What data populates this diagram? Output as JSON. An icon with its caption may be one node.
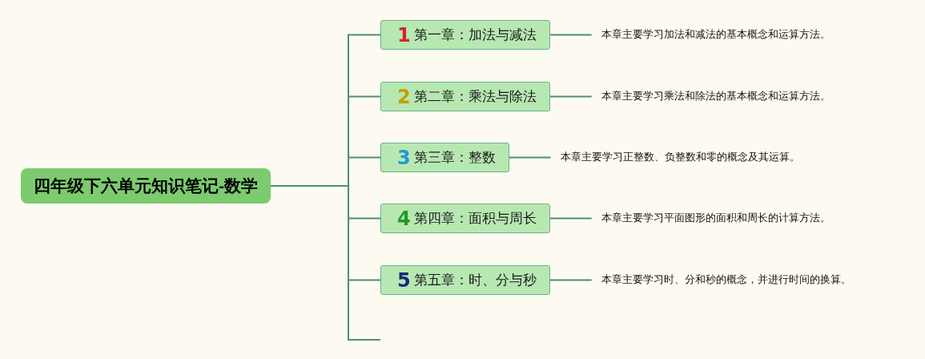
{
  "diagram": {
    "nodes": [
      {
        "text": [
          "四年级下六单元知识笔记-数学"
        ]
      },
      {
        "text": [
          "1",
          "第一章：加法与减法"
        ]
      },
      {
        "text": [
          "2",
          "第二章：乘法与除法"
        ]
      },
      {
        "text": [
          "3",
          "第三章：整数"
        ]
      },
      {
        "text": [
          "4",
          "第四章：面积与周长"
        ]
      },
      {
        "text": [
          "5",
          "第五章：时、分与秒"
        ]
      },
      {
        "text": [
          "本章主要学习加法和减法的基本概念和运算方法。"
        ]
      },
      {
        "text": [
          "本章主要学习乘法和除法的基本概念和运算方法。"
        ]
      },
      {
        "text": [
          "本章主要学习正整数、负整数和零的概念及其运算。"
        ]
      },
      {
        "text": [
          "本章主要学习平面图形的面积和周长的计算方法。"
        ]
      },
      {
        "text": [
          "本章主要学习时、分和秒的概念，并进行时间的换算。"
        ]
      }
    ],
    "edges": [
      {
        "from": 0,
        "to": 1,
        "arrow": "none"
      },
      {
        "from": 0,
        "to": 2,
        "arrow": "none"
      },
      {
        "from": 0,
        "to": 3,
        "arrow": "none"
      },
      {
        "from": 0,
        "to": 4,
        "arrow": "none"
      },
      {
        "from": 0,
        "to": 5,
        "arrow": "none"
      },
      {
        "from": 0,
        "to": null,
        "arrow": "none"
      },
      {
        "from": 1,
        "to": 6,
        "arrow": "none"
      },
      {
        "from": 2,
        "to": 7,
        "arrow": "none"
      },
      {
        "from": 3,
        "to": 8,
        "arrow": "none"
      },
      {
        "from": 4,
        "to": 9,
        "arrow": "none"
      },
      {
        "from": 5,
        "to": 10,
        "arrow": "none"
      }
    ]
  }
}
